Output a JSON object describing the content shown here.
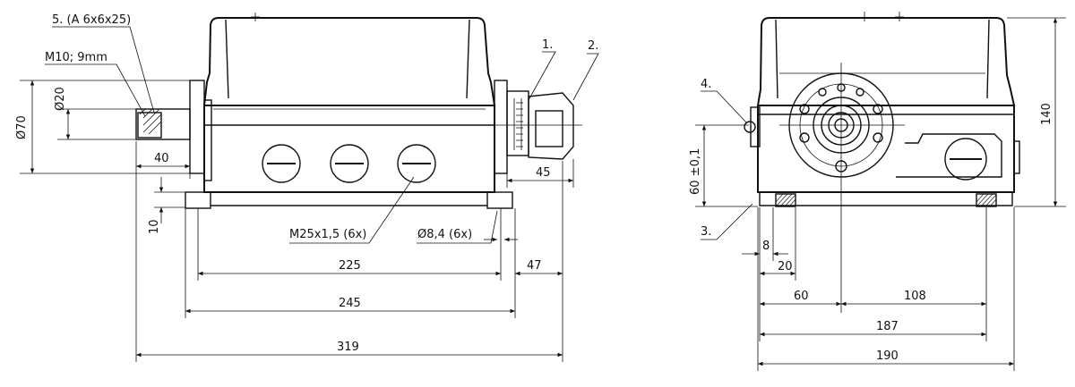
{
  "drawing": {
    "front_view": {
      "callouts": {
        "key": "5. (A 6x6x25)",
        "thread": "M10; 9mm",
        "item_1": "1.",
        "item_2": "2.",
        "glands": "M25x1,5 (6x)",
        "holes": "Ø8,4 (6x)"
      },
      "dimensions": {
        "shaft_dia": "Ø20",
        "flange_dia": "Ø70",
        "shaft_len": "40",
        "foot_h": "10",
        "hub_len": "45",
        "d225": "225",
        "d47": "47",
        "d245": "245",
        "d319": "319"
      }
    },
    "side_view": {
      "callouts": {
        "item_4": "4.",
        "item_3": "3."
      },
      "dimensions": {
        "height": "140",
        "axis_h": "60 ±0,1",
        "d8": "8",
        "d20": "20",
        "d60": "60",
        "d108": "108",
        "d187": "187",
        "d190": "190"
      }
    }
  }
}
